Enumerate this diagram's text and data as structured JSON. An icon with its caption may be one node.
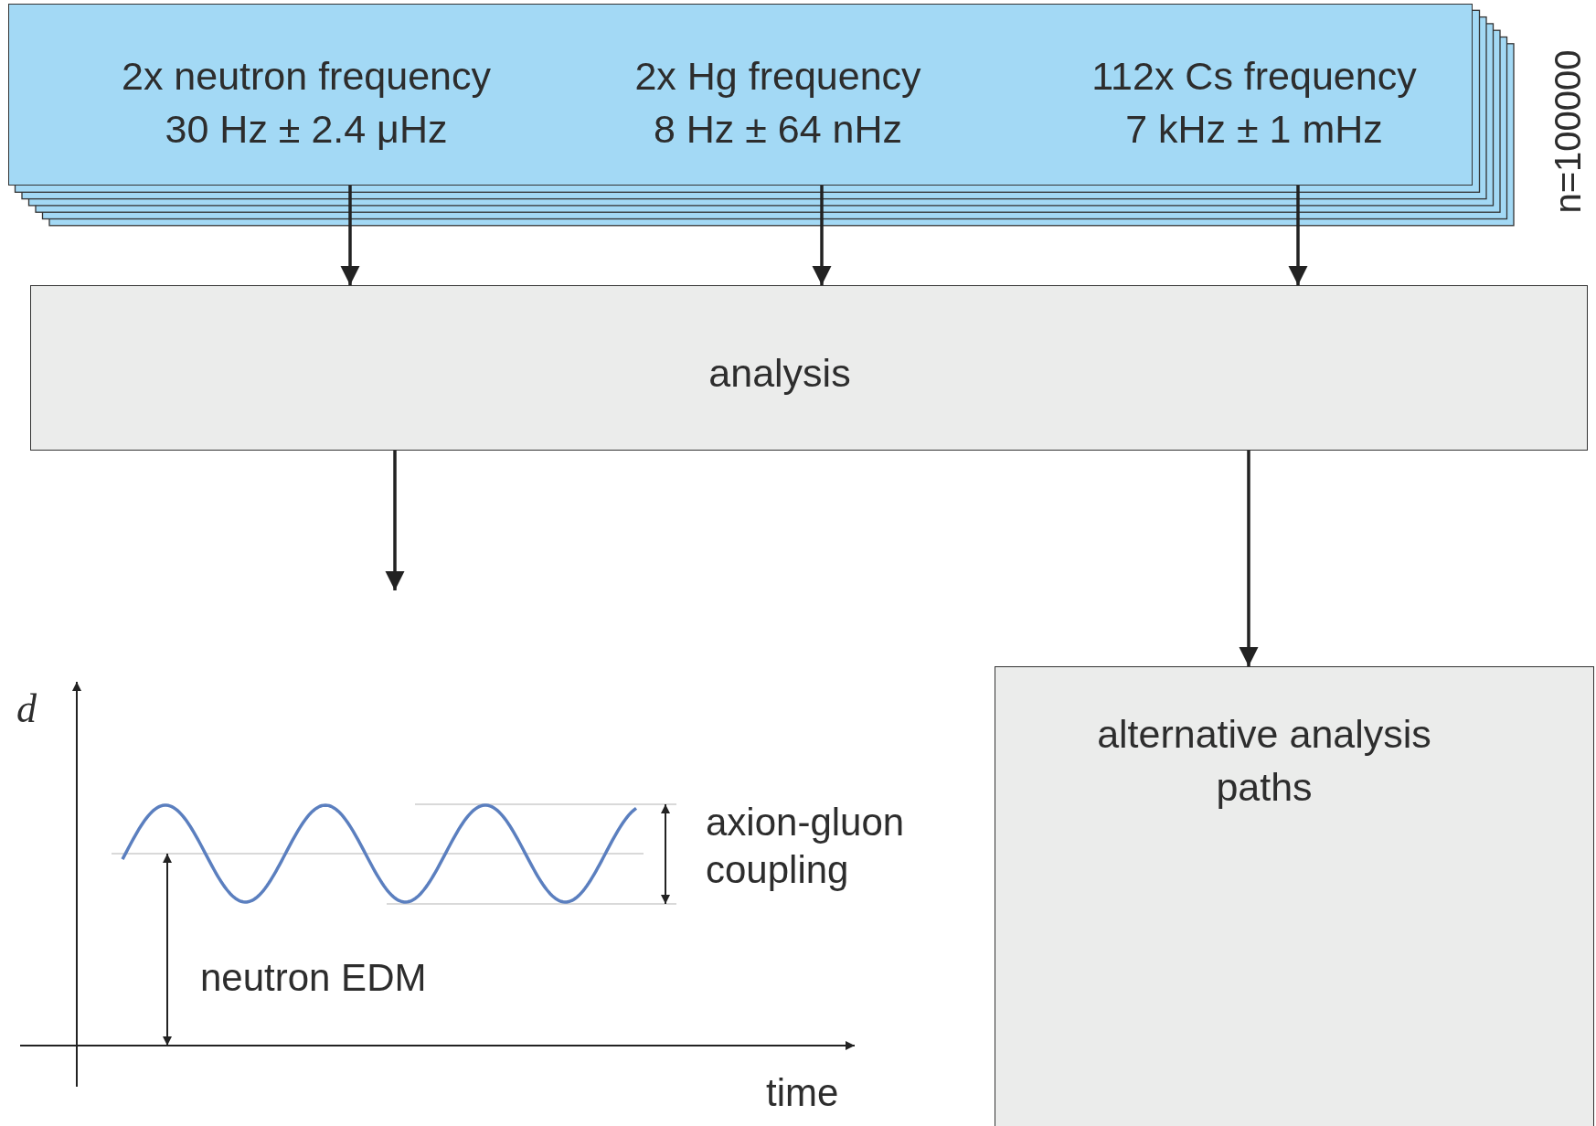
{
  "diagram": {
    "nodes": [
      {
        "text": [
          "2x neutron frequency 30 Hz ± 2.4 μHz",
          "2x Hg frequency 8 Hz ± 64 nHz",
          "112x Cs frequency 7 kHz ± 1 mHz"
        ],
        "beside": [
          "n=100000"
        ]
      },
      {
        "text": [
          "analysis"
        ]
      },
      {
        "text": [
          "alternative analysis paths"
        ]
      }
    ],
    "edges": [
      {
        "from": 0,
        "to": 1,
        "arrow": "to"
      },
      {
        "from": 0,
        "to": 1,
        "arrow": "to"
      },
      {
        "from": 0,
        "to": 1,
        "arrow": "to"
      },
      {
        "from": 1,
        "to": null,
        "arrow": "to"
      },
      {
        "from": 1,
        "to": 2,
        "arrow": "to"
      }
    ],
    "labels": [
      "d",
      "axion-gluon coupling",
      "neutron EDM",
      "time"
    ]
  }
}
